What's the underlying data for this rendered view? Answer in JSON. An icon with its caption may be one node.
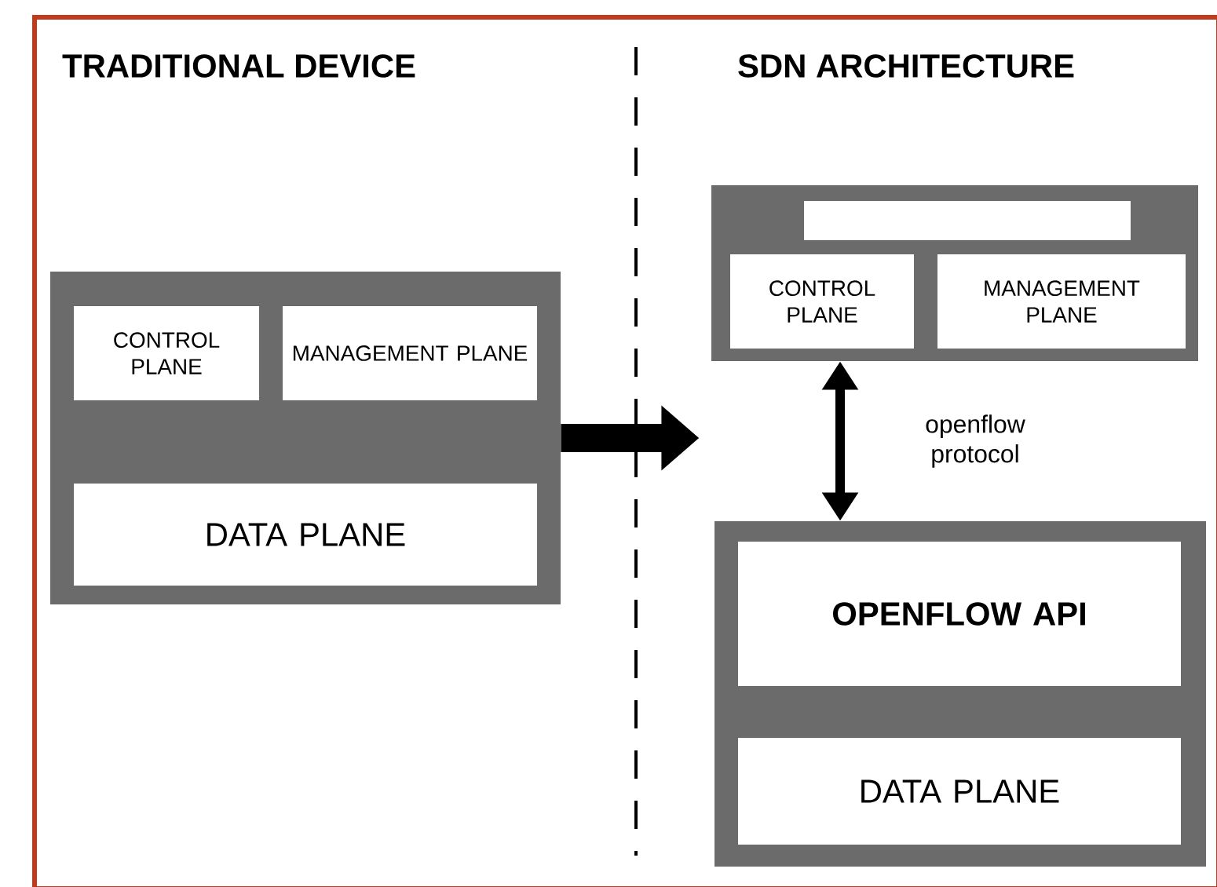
{
  "diagram": {
    "nodes": [
      {
        "text": [],
        "shape": "box"
      },
      {
        "text": [
          "CONTROL PLANE"
        ],
        "in": 0
      },
      {
        "text": [
          "MANAGEMENT PLANE"
        ],
        "in": 0
      },
      {
        "text": [
          "DATA PLANE"
        ],
        "in": 0
      },
      {
        "text": [],
        "shape": "box"
      },
      {
        "text": [],
        "shape": "box",
        "in": 4
      },
      {
        "text": [
          "CONTROL PLANE"
        ],
        "in": 4
      },
      {
        "text": [
          "MANAGEMENT PLANE"
        ],
        "in": 4
      },
      {
        "text": [],
        "shape": "box"
      },
      {
        "text": [
          "OPENFLOW API"
        ],
        "in": 8
      },
      {
        "text": [
          "DATA PLANE"
        ],
        "in": 8
      }
    ],
    "edges": [
      {
        "from": 0,
        "to": null,
        "arrow": "to",
        "style": "thick"
      },
      {
        "from": 4,
        "to": 8,
        "arrow": "both",
        "label": "openflow protocol"
      }
    ],
    "labels": [
      "TRADITIONAL DEVICE",
      "SDN ARCHITECTURE"
    ]
  }
}
